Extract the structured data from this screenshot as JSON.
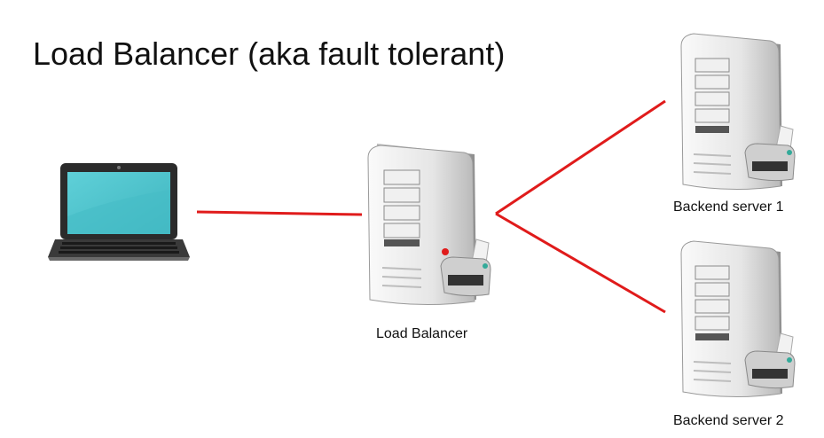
{
  "title": "Load Balancer (aka fault tolerant)",
  "nodes": {
    "client": {
      "icon": "laptop-icon"
    },
    "load_balancer": {
      "icon": "server-icon",
      "label": "Load Balancer"
    },
    "backend1": {
      "icon": "server-icon",
      "label": "Backend server 1"
    },
    "backend2": {
      "icon": "server-icon",
      "label": "Backend server 2"
    }
  },
  "colors": {
    "connection": "#e01b1b",
    "screen": "#4fc6cf",
    "server_body": "#e3e3e3",
    "indicator": "#e01b1b"
  }
}
